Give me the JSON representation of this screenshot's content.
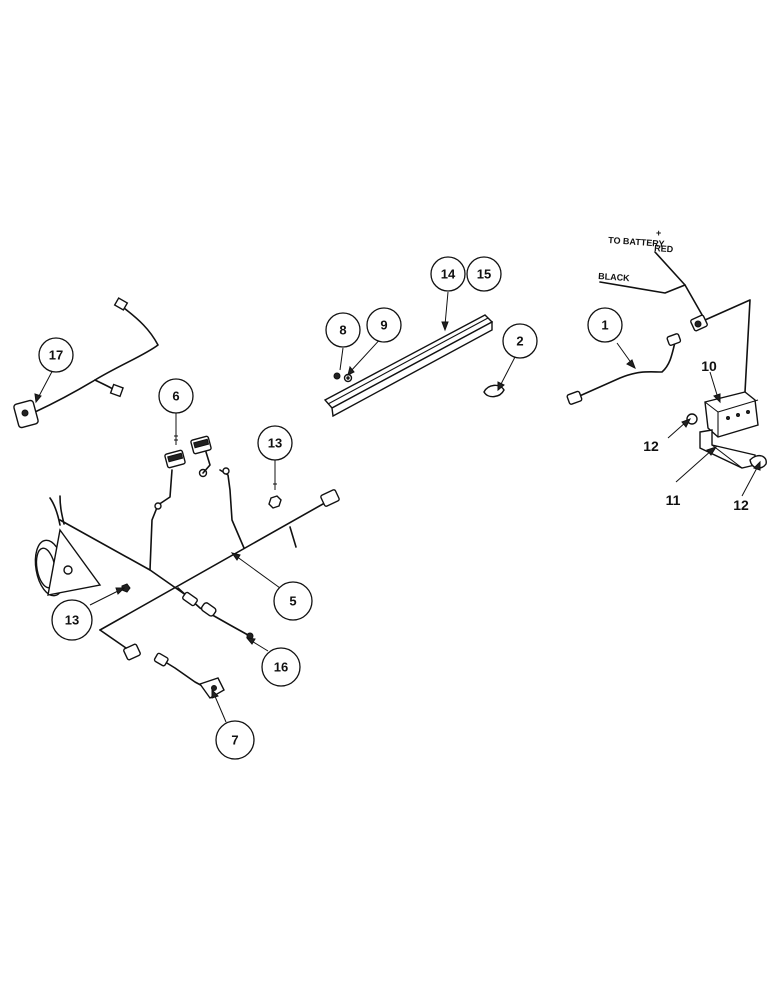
{
  "wire_labels": {
    "battery": "TO BATTERY",
    "plus": "+",
    "red": "RED",
    "black": "BLACK"
  },
  "callouts": {
    "c1": "1",
    "c2": "2",
    "c5": "5",
    "c6": "6",
    "c7": "7",
    "c8": "8",
    "c9": "9",
    "c10": "10",
    "c11": "11",
    "c12a": "12",
    "c12b": "12",
    "c13a": "13",
    "c13b": "13",
    "c14": "14",
    "c15": "15",
    "c16": "16",
    "c17": "17"
  }
}
